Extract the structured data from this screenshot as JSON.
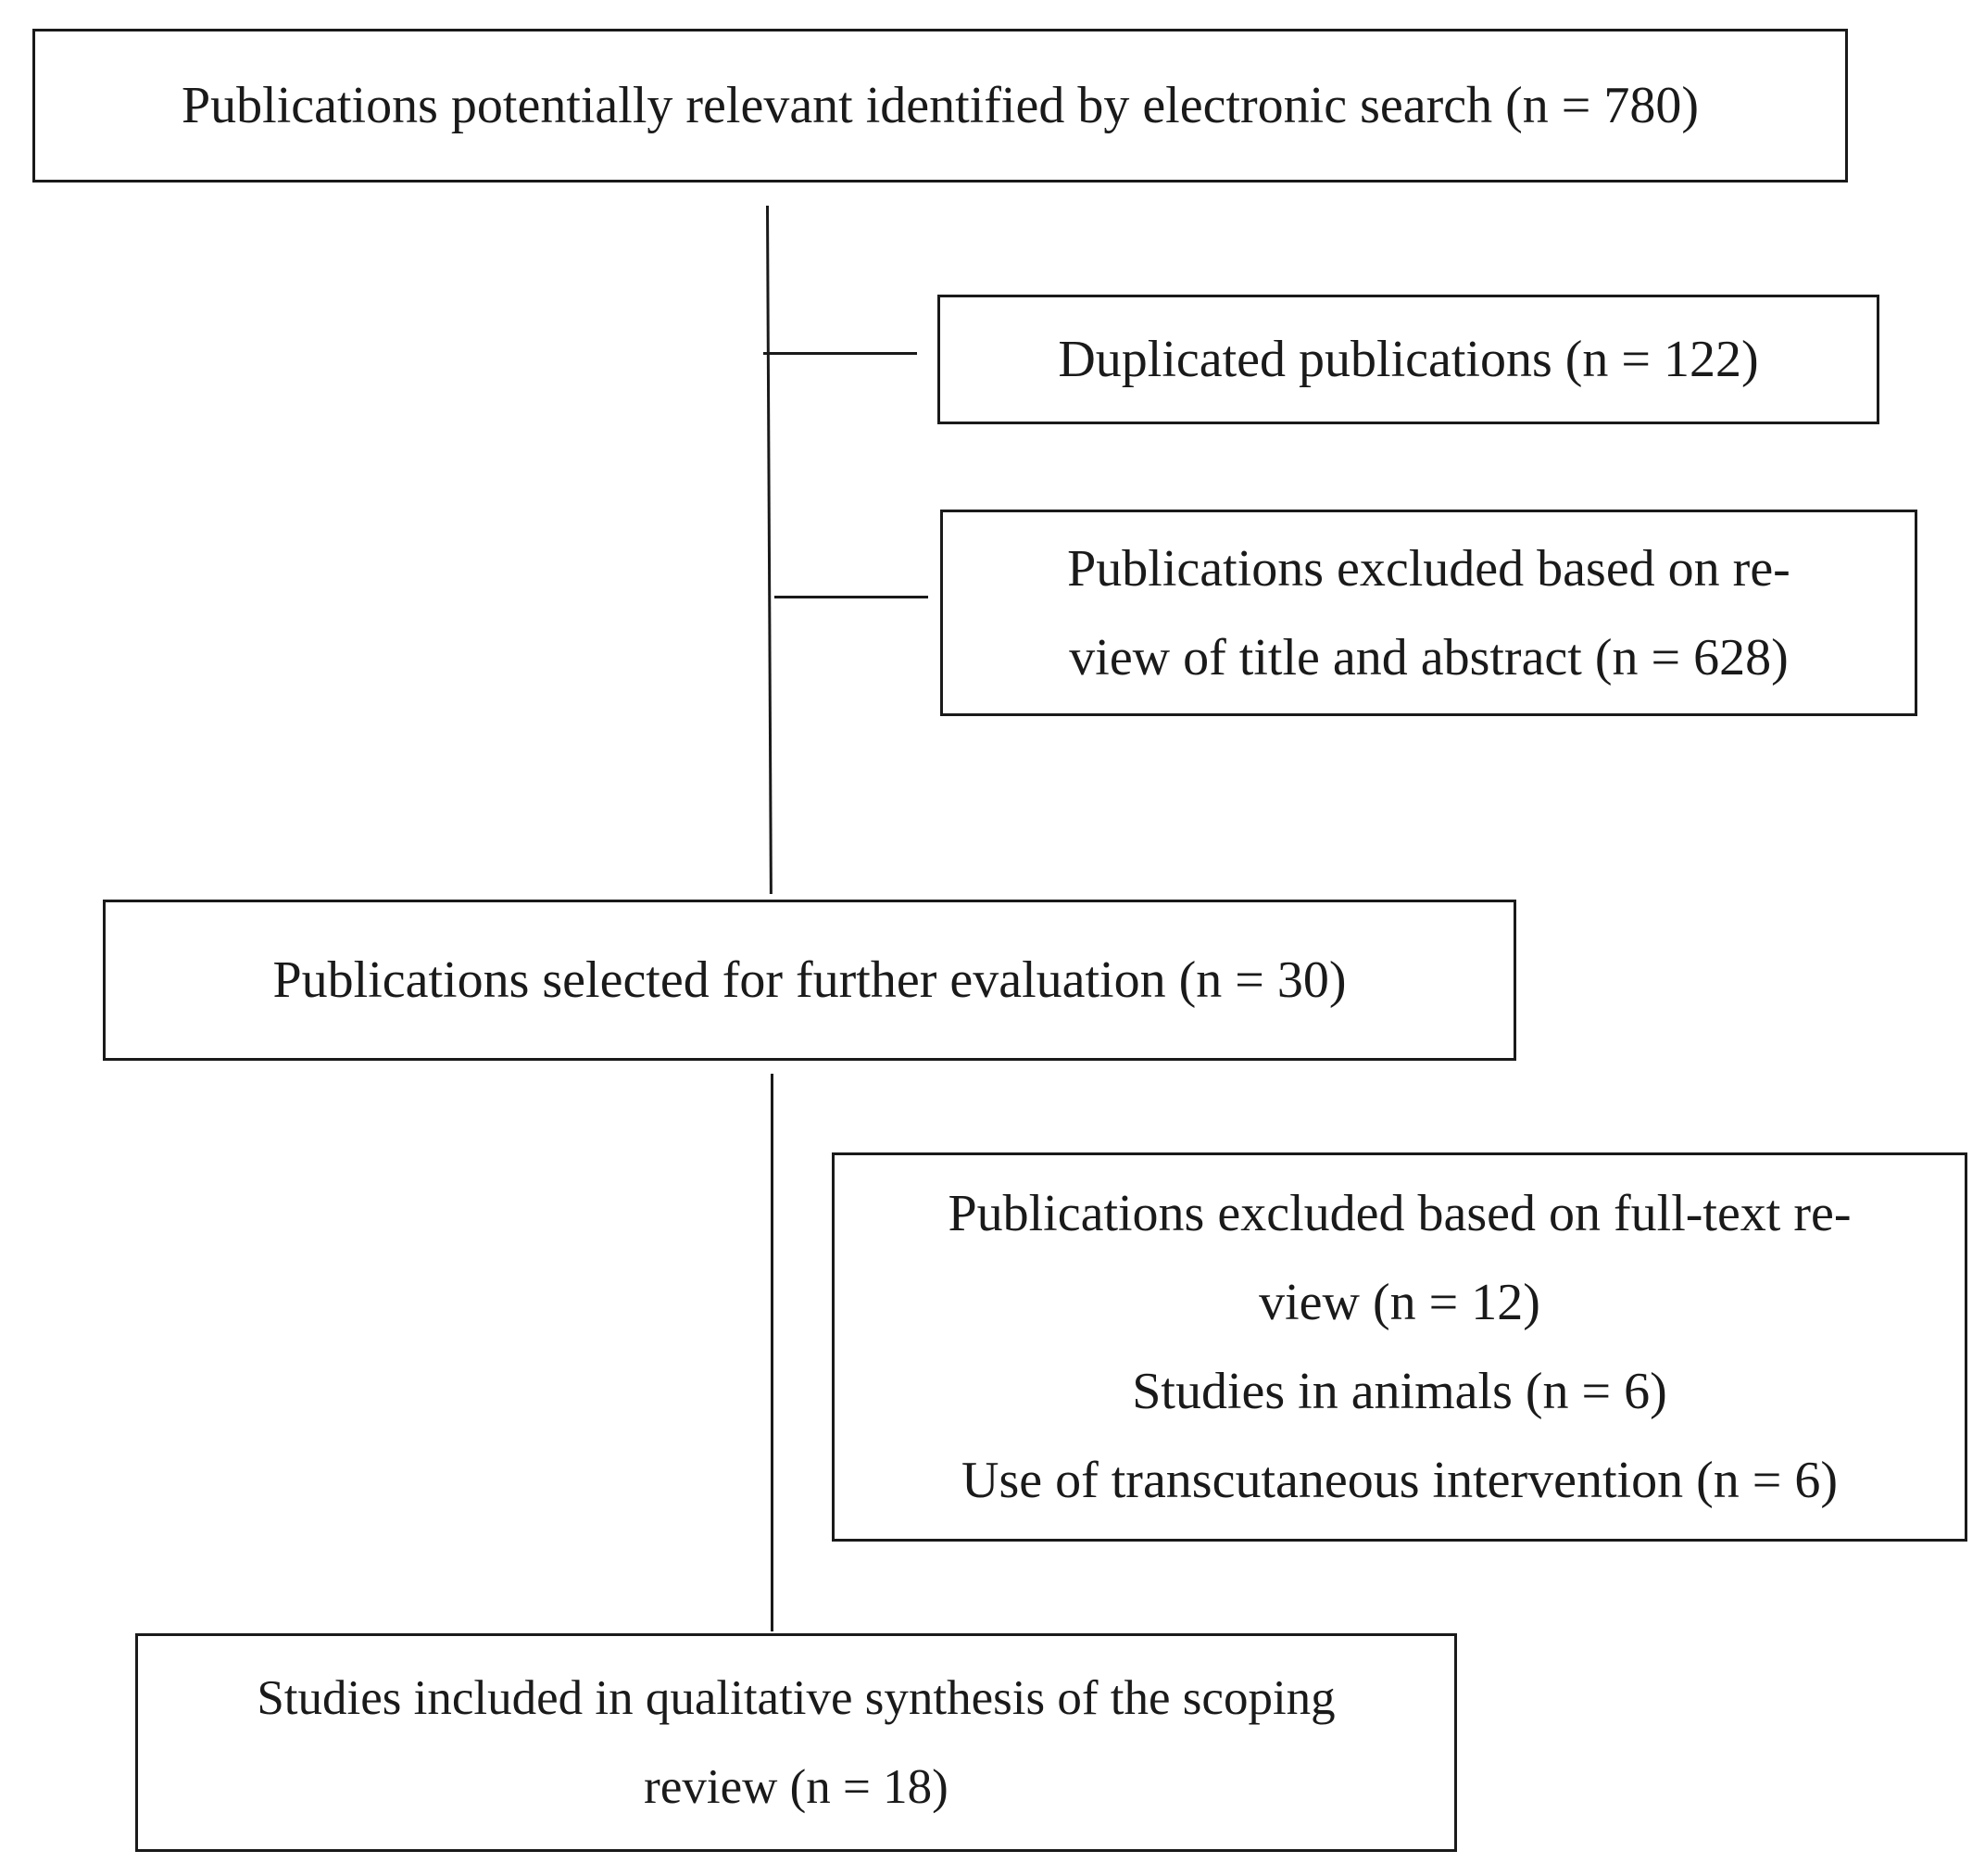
{
  "diagram": {
    "boxes": {
      "search": {
        "lines": [
          "Publications potentially relevant identified by electronic search (n = 780)"
        ]
      },
      "duplicated": {
        "lines": [
          "Duplicated publications (n = 122)"
        ]
      },
      "title_abstract": {
        "lines": [
          "Publications excluded based on re-",
          "view of title and abstract (n = 628)"
        ]
      },
      "selected": {
        "lines": [
          "Publications selected for further evaluation (n = 30)"
        ]
      },
      "full_text": {
        "lines": [
          "Publications excluded based on full-text re-",
          "view (n = 12)",
          "Studies in animals (n = 6)",
          "Use of transcutaneous intervention (n = 6)"
        ]
      },
      "included": {
        "lines": [
          "Studies included in qualitative synthesis of the scoping",
          "review (n = 18)"
        ]
      }
    },
    "colors": {
      "stroke": "#1a1a1a",
      "background": "#ffffff"
    }
  }
}
